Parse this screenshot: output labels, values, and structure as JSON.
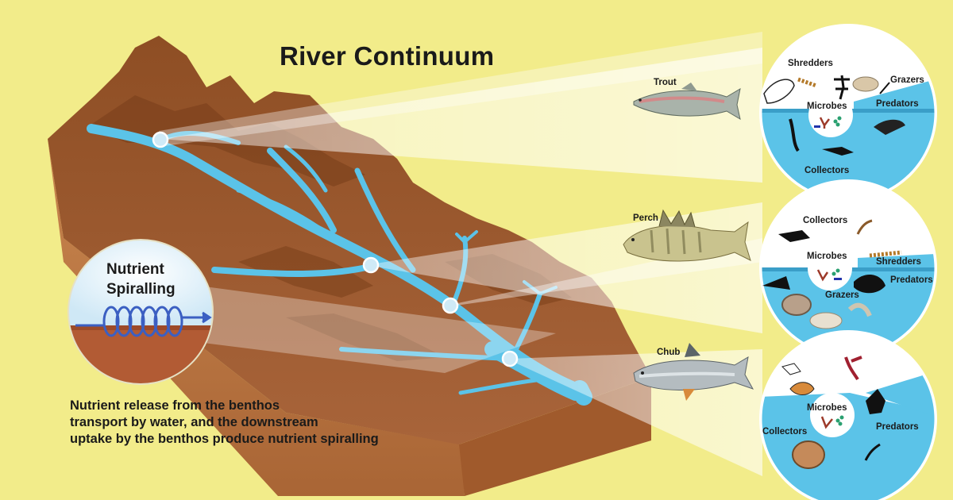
{
  "title": "River Continuum",
  "inset": {
    "title_line1": "Nutrient",
    "title_line2": "Spiralling"
  },
  "caption": {
    "line1": "Nutrient release from the benthos",
    "line2": "transport by water, and the downstream",
    "line3": "uptake by the benthos produce nutrient spiralling"
  },
  "zones": [
    {
      "fish": "Trout",
      "center_label": "Microbes",
      "groups": [
        "Shredders",
        "Grazers",
        "Predators",
        "Collectors"
      ]
    },
    {
      "fish": "Perch",
      "center_label": "Microbes",
      "groups": [
        "Collectors",
        "Shredders",
        "Predators",
        "Grazers"
      ]
    },
    {
      "fish": "Chub",
      "center_label": "Microbes",
      "groups": [
        "Collectors",
        "Predators"
      ]
    }
  ],
  "colors": {
    "background": "#f2ec8a",
    "water": "#5bc3e8",
    "mountain": "#9b5a2c",
    "soil": "#b07040"
  }
}
